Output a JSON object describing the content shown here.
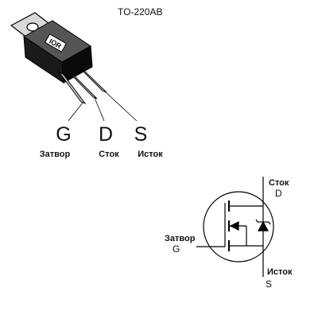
{
  "package_label": "TO-220AB",
  "logo_text": "IOR",
  "pins": [
    {
      "letter": "G",
      "name_ru": "Затвор"
    },
    {
      "letter": "D",
      "name_ru": "Сток"
    },
    {
      "letter": "S",
      "name_ru": "Исток"
    }
  ],
  "symbol": {
    "drain_name": "Сток",
    "drain_letter": "D",
    "gate_name": "Затвор",
    "gate_letter": "G",
    "source_name": "Исток",
    "source_letter": "S"
  }
}
